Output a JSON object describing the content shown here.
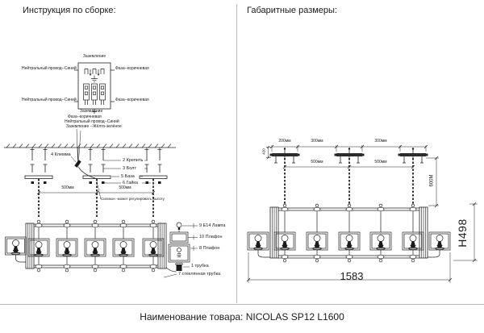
{
  "left_panel": {
    "title": "Инструкция по сборке:",
    "wiring_labels": {
      "ground_top": "Заземление",
      "neutral_top": "Нейтральный провод--Синий",
      "phase_top": "Фаза--коричневая",
      "neutral_bottom": "Нейтральный провод--Синий",
      "phase_bottom": "Фаза--коричневая",
      "ground_bottom": "Заземление",
      "stack_phase": "Фаза--коричневая",
      "stack_neutral": "Нейтральный провод--Синий",
      "stack_ground": "Заземление --Жёлто-зелёное"
    },
    "part_labels": {
      "clamp": "4 Клемма",
      "fastener": "2 Крепить",
      "bolt": "3 Болт",
      "base": "5 База",
      "nut": "6 Гайка",
      "lamp": "9 Е14 Лампа",
      "shade_upper": "10 Плафон",
      "shade_lower": "8 Плафон",
      "tube": "1 трубка",
      "glass_tube": "7 стеклянная трубка"
    },
    "dimensions": {
      "span_left": "500мм",
      "span_right": "500мм"
    },
    "note": "Силикон -может регулировать высоту"
  },
  "right_panel": {
    "title": "Габаритные размеры:",
    "dimensions": {
      "canopy_width": "200мм",
      "canopy_gap_left": "300мм",
      "canopy_gap_right": "300мм",
      "canopy_height": "420",
      "chain_span_left": "500мм",
      "chain_span_right": "500мм",
      "chain_length": "600M",
      "fixture_height": "H498",
      "fixture_length": "1583"
    }
  },
  "footer": {
    "product_line": "Наименование товара: NICOLAS SP12 L1600"
  }
}
